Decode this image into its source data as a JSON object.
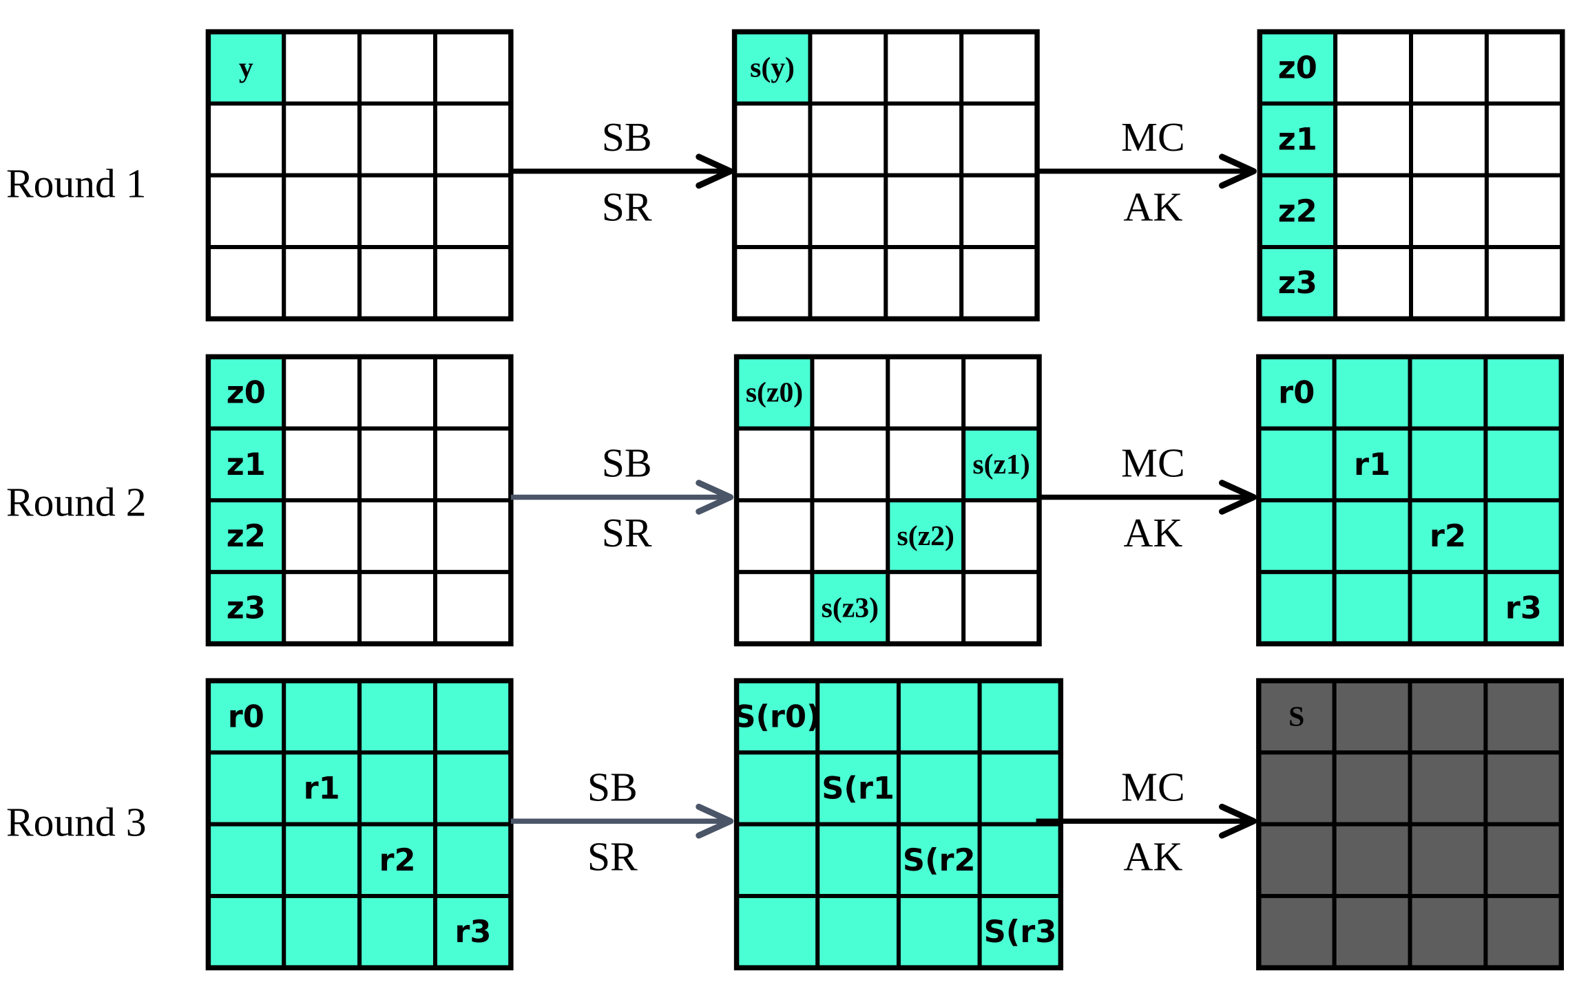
{
  "colors": {
    "active": "#4BFFD4",
    "inactive": "#FFFFFF",
    "final": "#5E5E5E",
    "grid": "#000000",
    "arrow_black": "#000000",
    "arrow_gray": "#4A5568"
  },
  "rounds": [
    {
      "label": "Round 1",
      "transitions": [
        {
          "top": "SB",
          "bottom": "SR",
          "arrow": "black"
        },
        {
          "top": "MC",
          "bottom": "AK",
          "arrow": "black"
        }
      ],
      "grids": [
        {
          "fill": "white",
          "cells": [
            {
              "r": 0,
              "c": 0,
              "label": "y",
              "font": "serif"
            }
          ]
        },
        {
          "fill": "white",
          "cells": [
            {
              "r": 0,
              "c": 0,
              "label": "s(y)",
              "font": "serif"
            }
          ]
        },
        {
          "fill": "white",
          "cells": [
            {
              "r": 0,
              "c": 0,
              "label": "z0",
              "font": "sans"
            },
            {
              "r": 1,
              "c": 0,
              "label": "z1",
              "font": "sans"
            },
            {
              "r": 2,
              "c": 0,
              "label": "z2",
              "font": "sans"
            },
            {
              "r": 3,
              "c": 0,
              "label": "z3",
              "font": "sans"
            }
          ]
        }
      ]
    },
    {
      "label": "Round 2",
      "transitions": [
        {
          "top": "SB",
          "bottom": "SR",
          "arrow": "gray"
        },
        {
          "top": "MC",
          "bottom": "AK",
          "arrow": "black"
        }
      ],
      "grids": [
        {
          "fill": "white",
          "cells": [
            {
              "r": 0,
              "c": 0,
              "label": "z0",
              "font": "sans"
            },
            {
              "r": 1,
              "c": 0,
              "label": "z1",
              "font": "sans"
            },
            {
              "r": 2,
              "c": 0,
              "label": "z2",
              "font": "sans"
            },
            {
              "r": 3,
              "c": 0,
              "label": "z3",
              "font": "sans"
            }
          ]
        },
        {
          "fill": "white",
          "cells": [
            {
              "r": 0,
              "c": 0,
              "label": "s(z0)",
              "font": "serif"
            },
            {
              "r": 1,
              "c": 3,
              "label": "s(z1)",
              "font": "serif"
            },
            {
              "r": 2,
              "c": 2,
              "label": "s(z2)",
              "font": "serif"
            },
            {
              "r": 3,
              "c": 1,
              "label": "s(z3)",
              "font": "serif"
            }
          ]
        },
        {
          "fill": "active",
          "cells": [
            {
              "r": 0,
              "c": 0,
              "label": "r0",
              "font": "sans"
            },
            {
              "r": 1,
              "c": 1,
              "label": "r1",
              "font": "sans"
            },
            {
              "r": 2,
              "c": 2,
              "label": "r2",
              "font": "sans"
            },
            {
              "r": 3,
              "c": 3,
              "label": "r3",
              "font": "sans"
            }
          ]
        }
      ]
    },
    {
      "label": "Round 3",
      "transitions": [
        {
          "top": "SB",
          "bottom": "SR",
          "arrow": "gray"
        },
        {
          "top": "MC",
          "bottom": "AK",
          "arrow": "black"
        }
      ],
      "grids": [
        {
          "fill": "active",
          "cells": [
            {
              "r": 0,
              "c": 0,
              "label": "r0",
              "font": "sans"
            },
            {
              "r": 1,
              "c": 1,
              "label": "r1",
              "font": "sans"
            },
            {
              "r": 2,
              "c": 2,
              "label": "r2",
              "font": "sans"
            },
            {
              "r": 3,
              "c": 3,
              "label": "r3",
              "font": "sans"
            }
          ]
        },
        {
          "fill": "active",
          "cells": [
            {
              "r": 0,
              "c": 0,
              "label": "S(r0)",
              "font": "sans"
            },
            {
              "r": 1,
              "c": 1,
              "label": "S(r1",
              "font": "sans"
            },
            {
              "r": 2,
              "c": 2,
              "label": "S(r2",
              "font": "sans"
            },
            {
              "r": 3,
              "c": 3,
              "label": "S(r3",
              "font": "sans"
            }
          ]
        },
        {
          "fill": "final",
          "cells": [
            {
              "r": 0,
              "c": 0,
              "label": "S",
              "font": "serif"
            }
          ]
        }
      ]
    }
  ]
}
